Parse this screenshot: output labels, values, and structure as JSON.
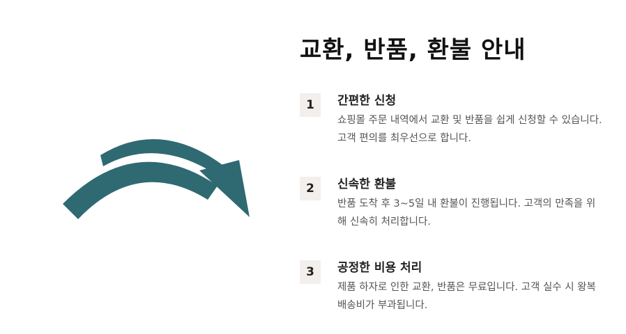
{
  "page": {
    "title": "교환, 반품, 환불 안내"
  },
  "steps": [
    {
      "number": "1",
      "title": "간편한 신청",
      "description": "쇼핑몰 주문 내역에서 교환 및 반품을 쉽게 신청할 수 있습니다. 고객 편의를 최우선으로 합니다."
    },
    {
      "number": "2",
      "title": "신속한 환불",
      "description": "반품 도착 후 3~5일 내 환불이 진행됩니다. 고객의 만족을 위해 신속히 처리합니다."
    },
    {
      "number": "3",
      "title": "공정한 비용 처리",
      "description": "제품 하자로 인한 교환, 반품은 무료입니다. 고객 실수 시 왕복 배송비가 부과됩니다."
    }
  ],
  "colors": {
    "arrow": "#2f6a73",
    "badge_background": "#f2efec"
  },
  "icons": {
    "hero": "curved-arrow-icon"
  }
}
